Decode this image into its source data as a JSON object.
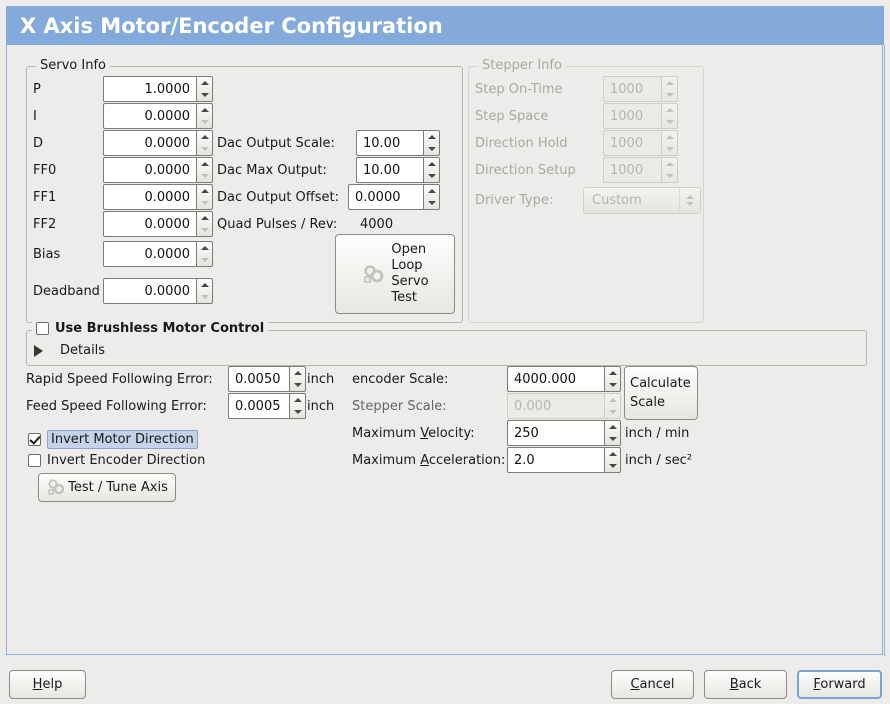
{
  "window": {
    "title": "X Axis Motor/Encoder Configuration",
    "accent": "#83aadb",
    "background": "#edecea"
  },
  "servo": {
    "legend": "Servo Info",
    "rows": [
      {
        "label": "P",
        "value": "1.0000"
      },
      {
        "label": "I",
        "value": "0.0000"
      },
      {
        "label": "D",
        "value": "0.0000"
      },
      {
        "label": "FF0",
        "value": "0.0000"
      },
      {
        "label": "FF1",
        "value": "0.0000"
      },
      {
        "label": "FF2",
        "value": "0.0000"
      },
      {
        "label": "Bias",
        "value": "0.0000"
      },
      {
        "label": "Deadband",
        "value": "0.0000"
      }
    ],
    "dac": [
      {
        "label": "Dac Output Scale:",
        "value": "10.00"
      },
      {
        "label": "Dac Max Output:",
        "value": "10.00"
      },
      {
        "label": "Dac Output Offset:",
        "value": "0.0000"
      }
    ],
    "quad_label": "Quad Pulses / Rev:",
    "quad_value": "4000",
    "open_loop_button": "Open\nLoop\nServo\nTest",
    "open_loop_lines": [
      "Open",
      "Loop",
      "Servo",
      "Test"
    ],
    "open_loop_icon": "gears-icon"
  },
  "stepper": {
    "legend": "Stepper Info",
    "disabled": true,
    "rows": [
      {
        "label": "Step On-Time",
        "value": "1000"
      },
      {
        "label": "Step Space",
        "value": "1000"
      },
      {
        "label": "Direction Hold",
        "value": "1000"
      },
      {
        "label": "Direction Setup",
        "value": "1000"
      }
    ],
    "driver_label": "Driver Type:",
    "driver_value": "Custom"
  },
  "brushless": {
    "checkbox_label": "Use Brushless Motor Control",
    "checked": false,
    "details_label": "Details",
    "details_expanded": false
  },
  "errors": {
    "rapid_label": "Rapid Speed Following Error:",
    "rapid_value": "0.0050",
    "rapid_unit": "inch",
    "feed_label": "Feed Speed Following Error:",
    "feed_value": "0.0005",
    "feed_unit": "inch",
    "invert_motor_label": "Invert Motor Direction",
    "invert_motor_checked": true,
    "invert_encoder_label": "Invert Encoder Direction",
    "invert_encoder_checked": false,
    "test_tune_button": "Test / Tune Axis",
    "test_tune_icon": "gears-icon"
  },
  "scales": {
    "encoder_label": "encoder Scale:",
    "encoder_value": "4000.000",
    "stepper_label": "Stepper Scale:",
    "stepper_value": "0.000",
    "stepper_disabled": true,
    "calculate_line1": "Calculate",
    "calculate_line2": "Scale",
    "max_velocity_label_pre": "Maximum ",
    "max_velocity_label_mn": "V",
    "max_velocity_label_post": "elocity:",
    "max_velocity_value": "250",
    "max_velocity_unit": "inch / min",
    "max_accel_label_pre": "Maximum ",
    "max_accel_label_mn": "A",
    "max_accel_label_post": "cceleration:",
    "max_accel_value": "2.0",
    "max_accel_unit": "inch / sec²"
  },
  "footer": {
    "help_mn": "H",
    "help_rest": "elp",
    "cancel_mn": "C",
    "cancel_rest": "ancel",
    "back_mn": "B",
    "back_rest": "ack",
    "forward_mn": "F",
    "forward_rest": "orward",
    "focused": "forward-button"
  }
}
